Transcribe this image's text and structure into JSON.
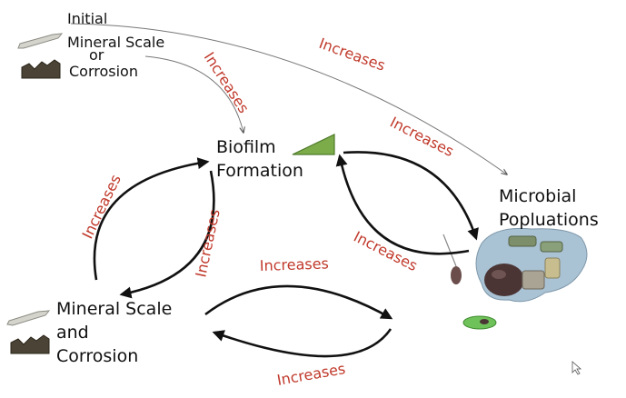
{
  "colors": {
    "edge_label": "#c0392b",
    "arrow": "#111111",
    "thin_arrow": "#555555",
    "biofilm": "#7cab4a",
    "scale": "#cfcfc4",
    "corrosion": "#4a4336",
    "microbe_blob": "#9bb8cc"
  },
  "nodes": {
    "initial": {
      "line1": "Initial",
      "line2": "Mineral Scale",
      "line3": "or",
      "line4": "Corrosion"
    },
    "biofilm": {
      "line1": "Biofilm",
      "line2": "Formation"
    },
    "microbial": {
      "line1": "Microbial",
      "line2": "Popluations"
    },
    "mineral": {
      "line1": "Mineral Scale",
      "line2": "and",
      "line3": "Corrosion"
    }
  },
  "edges": [
    {
      "label": "Increases"
    },
    {
      "label": "Increases"
    },
    {
      "label": "Increases"
    },
    {
      "label": "Increases"
    },
    {
      "label": "Increases"
    },
    {
      "label": "Increases"
    },
    {
      "label": "Increases"
    },
    {
      "label": "Increases"
    }
  ]
}
